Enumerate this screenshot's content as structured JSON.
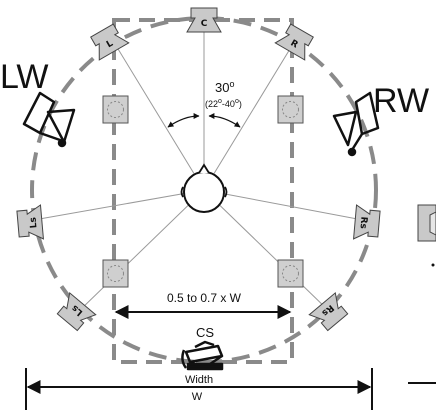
{
  "angle": {
    "main": "30",
    "degree_symbol": "o",
    "range": "(22",
    "range_mid": "-40",
    "range_end": ")"
  },
  "speakers": {
    "center": "C",
    "left": "L",
    "right": "R",
    "left_side": "Ls",
    "right_side": "Rs",
    "left_surround": "Ls",
    "right_surround": "Rs"
  },
  "wide": {
    "left": "LW",
    "right": "RW"
  },
  "center_surround": "CS",
  "dimensions": {
    "inner_width": "0.5 to 0.7 x W",
    "width_line1": "Width",
    "width_line2": "W"
  },
  "colors": {
    "dashed": "#8a8a8a",
    "speaker_fill": "#c9c9c9",
    "line": "#111111",
    "thin_line": "#9a9a9a"
  }
}
